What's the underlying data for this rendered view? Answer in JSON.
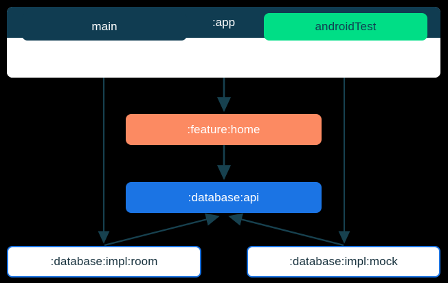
{
  "diagram": {
    "type": "module-dependency-graph",
    "background_color": "#000000",
    "palette": {
      "dark_navy": "#103C51",
      "green": "#00DE86",
      "salmon": "#FC8A62",
      "blue": "#1B74E4",
      "white": "#FFFFFF",
      "arrow": "#17414F"
    },
    "group": {
      "title": ":app",
      "title_color": "#FFFFFF",
      "header_color": "#103C51",
      "body_color": "#FFFFFF",
      "source_sets": [
        {
          "id": "main",
          "label": "main",
          "fill": "#103C51",
          "text_color": "#FFFFFF"
        },
        {
          "id": "androidTest",
          "label": "androidTest",
          "fill": "#00DE86",
          "text_color": "#103C51"
        }
      ]
    },
    "nodes": [
      {
        "id": "feature-home",
        "label": ":feature:home",
        "fill": "#FC8A62",
        "text_color": "#FFFFFF"
      },
      {
        "id": "database-api",
        "label": ":database:api",
        "fill": "#1B74E4",
        "text_color": "#FFFFFF"
      },
      {
        "id": "database-impl-room",
        "label": ":database:impl:room",
        "fill": "#FFFFFF",
        "text_color": "#17313D",
        "border": "#1B74E4"
      },
      {
        "id": "database-impl-mock",
        "label": ":database:impl:mock",
        "fill": "#FFFFFF",
        "text_color": "#17313D",
        "border": "#1B74E4"
      }
    ],
    "edges": [
      {
        "id": "main-to-room",
        "from": "main",
        "to": "database-impl-room"
      },
      {
        "id": "androidtest-to-mock",
        "from": "androidTest",
        "to": "database-impl-mock"
      },
      {
        "id": "app-to-feature-home",
        "from": ":app",
        "to": "feature-home"
      },
      {
        "id": "feature-home-to-database-api",
        "from": "feature-home",
        "to": "database-api"
      },
      {
        "id": "room-to-database-api",
        "from": "database-impl-room",
        "to": "database-api"
      },
      {
        "id": "mock-to-database-api",
        "from": "database-impl-mock",
        "to": "database-api"
      }
    ]
  }
}
